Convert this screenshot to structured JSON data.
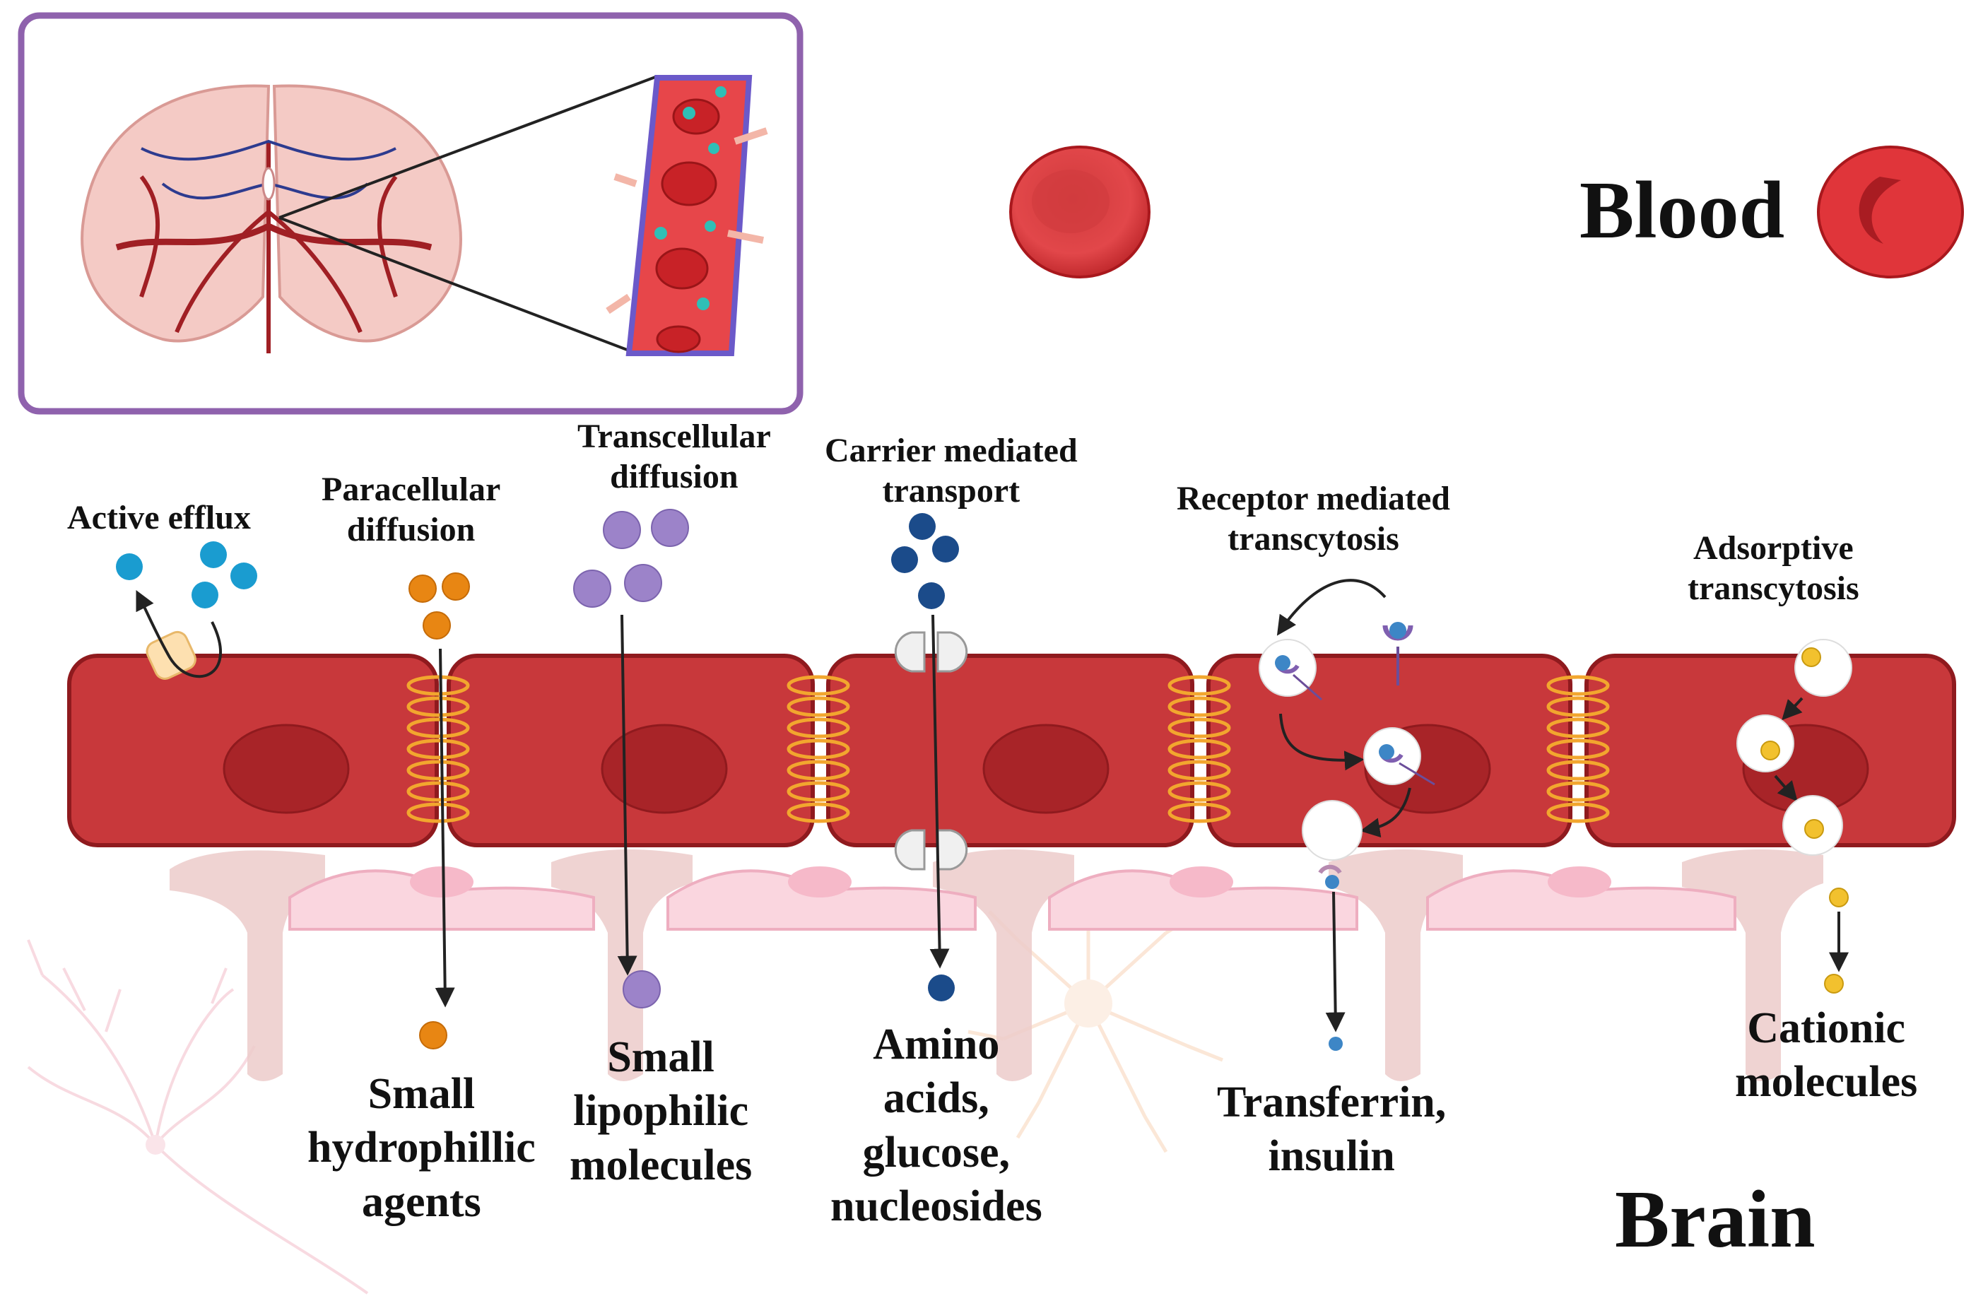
{
  "regions": {
    "blood": "Blood",
    "brain": "Brain"
  },
  "mechanisms": {
    "active_efflux": {
      "lines": [
        "Active efflux"
      ]
    },
    "paracellular": {
      "lines": [
        "Paracellular",
        "diffusion"
      ]
    },
    "transcellular": {
      "lines": [
        "Transcellular",
        "diffusion"
      ]
    },
    "carrier": {
      "lines": [
        "Carrier mediated",
        "transport"
      ]
    },
    "receptor": {
      "lines": [
        "Receptor mediated",
        "transcytosis"
      ]
    },
    "adsorptive": {
      "lines": [
        "Adsorptive",
        "transcytosis"
      ]
    }
  },
  "results": {
    "hydrophilic": {
      "lines": [
        "Small",
        "hydrophillic",
        "agents"
      ]
    },
    "lipophilic": {
      "lines": [
        "Small",
        "lipophilic",
        "molecules"
      ]
    },
    "amino": {
      "lines": [
        "Amino",
        "acids,",
        "glucose,",
        "nucleosides"
      ]
    },
    "transferrin": {
      "lines": [
        "Transferrin,",
        "insulin"
      ]
    },
    "cationic": {
      "lines": [
        "Cationic",
        "molecules"
      ]
    }
  },
  "colors": {
    "endothelial_cell": "#c8383b",
    "nucleus": "#a82428",
    "tight_junction": "#f2a62e",
    "pericyte": "#f8d2dc",
    "astrocyte_foot": "#e8c6c4",
    "inset_border": "#8f62ad",
    "efflux_molecule": "#1a9cd0",
    "hydrophilic_molecule": "#e88613",
    "lipophilic_molecule": "#9c83c9",
    "carrier_molecule": "#1b4b8a",
    "receptor_ligand": "#3d86c6",
    "cationic_molecule": "#f2c12e"
  }
}
